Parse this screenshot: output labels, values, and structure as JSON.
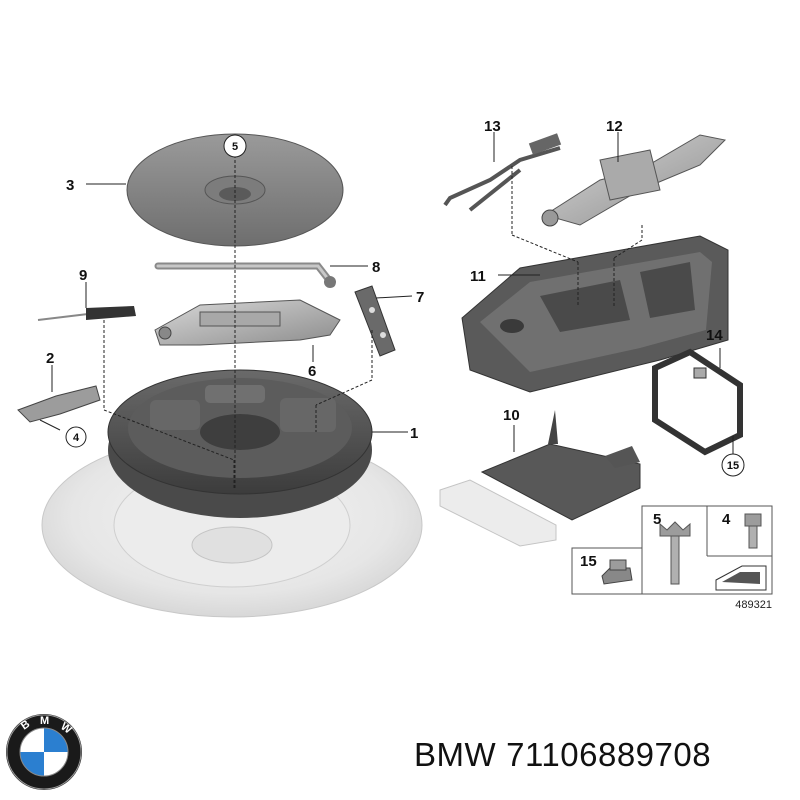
{
  "diagram": {
    "callouts": {
      "c1": "1",
      "c2": "2",
      "c3": "3",
      "c4": "4",
      "c5": "5",
      "c6": "6",
      "c7": "7",
      "c8": "8",
      "c9": "9",
      "c10": "10",
      "c11": "11",
      "c12": "12",
      "c13": "13",
      "c14": "14",
      "c15": "15"
    },
    "legend": {
      "item5": "5",
      "item4": "4",
      "item15": "15"
    },
    "figure_number": "489321"
  },
  "footer": {
    "brand": "BMW",
    "part_number": "71106889708"
  },
  "logo": {
    "letters": "BMW",
    "colors": {
      "blue": "#2b7fd0",
      "white": "#ffffff",
      "ring": "#1a1a1a"
    }
  }
}
